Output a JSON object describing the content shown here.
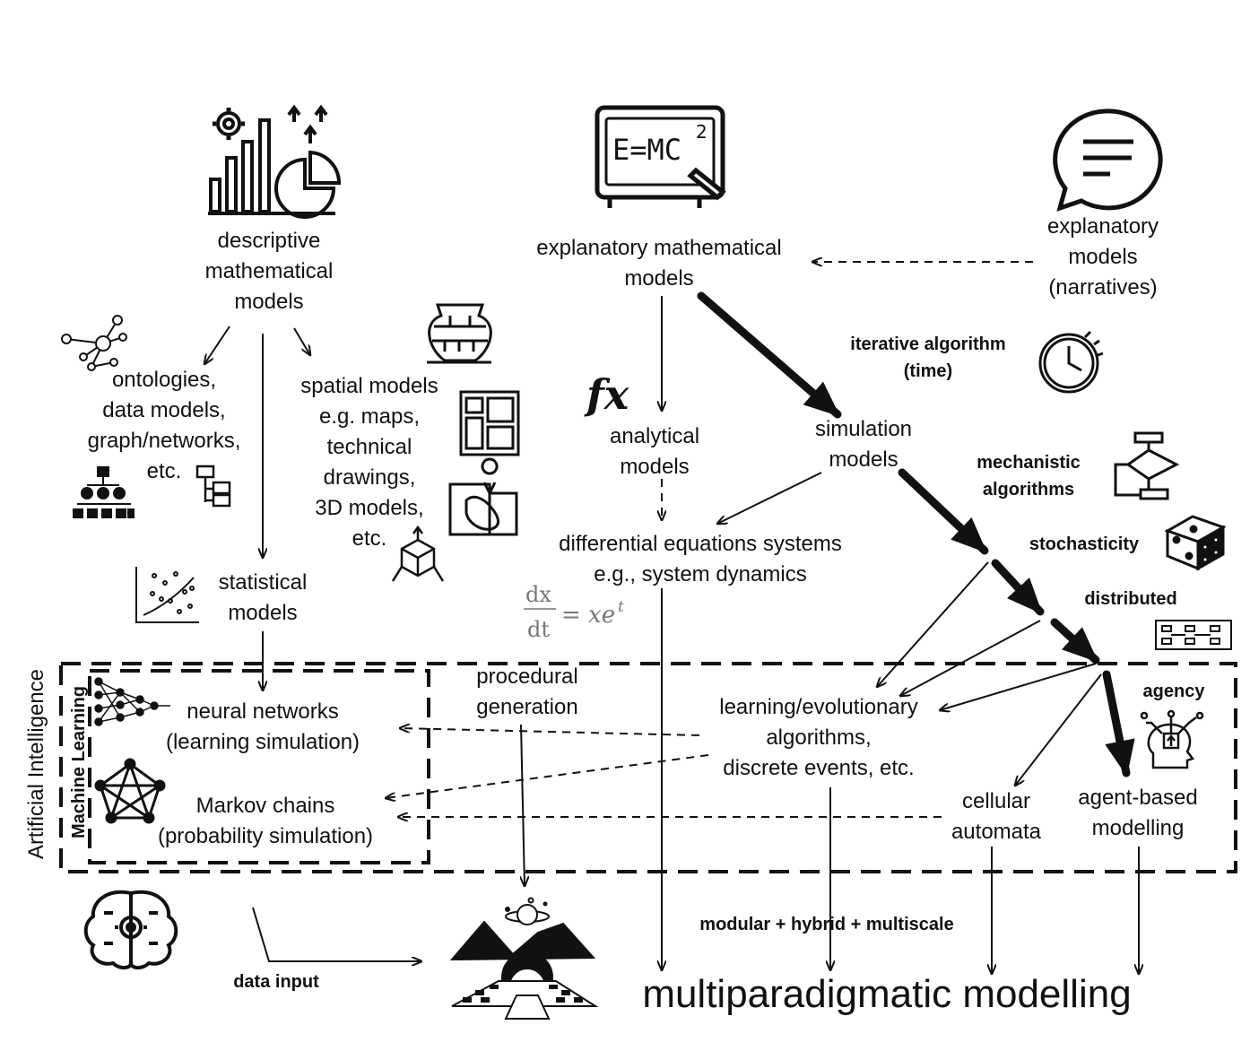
{
  "nodes": {
    "descriptive": "descriptive\nmathematical\nmodels",
    "explanatory_math": "explanatory mathematical\nmodels",
    "narratives": "explanatory\nmodels\n(narratives)",
    "ontologies": "ontologies,\ndata models,\ngraph/networks,\netc.",
    "spatial": "spatial models\ne.g. maps,\ntechnical\ndrawings,\n3D models,\netc.",
    "statistical": "statistical\nmodels",
    "analytical": "analytical\nmodels",
    "simulation": "simulation\nmodels",
    "differential": "differential equations systems\ne.g., system dynamics",
    "procedural": "procedural\ngeneration",
    "neural": "neural networks\n(learning simulation)",
    "markov": "Markov chains\n(probability simulation)",
    "learning": "learning/evolutionary\nalgorithms,\ndiscrete events, etc.",
    "cellular": "cellular\nautomata",
    "agent_based": "agent-based\nmodelling",
    "multiparadigmatic": "multiparadigmatic modelling"
  },
  "annotations": {
    "iterative": "iterative algorithm\n(time)",
    "mechanistic": "mechanistic\nalgorithms",
    "stochasticity": "stochasticity",
    "distributed": "distributed",
    "agency": "agency",
    "modular": "modular + hybrid + multiscale",
    "data_input": "data input"
  },
  "groups": {
    "ai": "Artificial Intelligence",
    "ml": "Machine Learning"
  },
  "icon_text": {
    "emc2": "E=MC",
    "emc2_sup": "2",
    "fx": "fx",
    "equation_left_num": "dx",
    "equation_left_den": "dt",
    "equation_right": "= xe",
    "equation_right_sup": "t"
  },
  "icons": [
    "chart-gear-icon",
    "blackboard-icon",
    "speech-bubble-icon",
    "network-graph-icon",
    "hierarchy-icon",
    "table-structure-icon",
    "vase-icon",
    "floor-plan-icon",
    "map-icon",
    "cube-3d-icon",
    "scatter-plot-icon",
    "function-icon",
    "stopwatch-icon",
    "flowchart-icon",
    "dice-icon",
    "distributed-icon",
    "neural-net-icon",
    "pentagram-graph-icon",
    "agent-head-icon",
    "brain-gear-icon",
    "portal-landscape-icon"
  ]
}
